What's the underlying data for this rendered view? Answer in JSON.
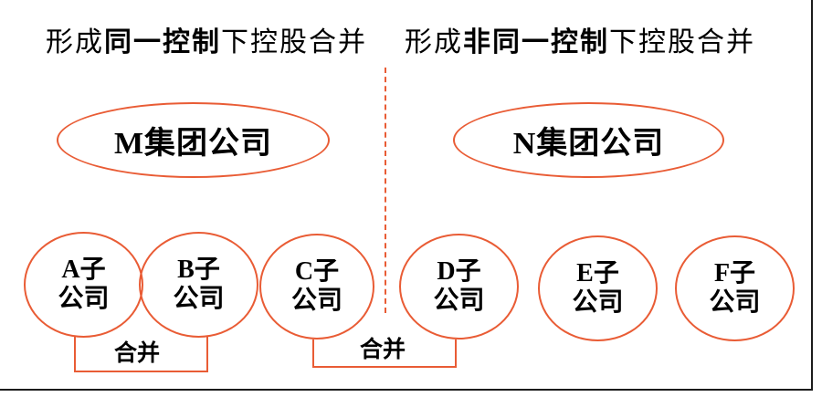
{
  "colors": {
    "accent": "#E95C35",
    "frame": "#1C1C1C",
    "text": "#000000"
  },
  "titles": {
    "left": {
      "pre": "形成",
      "bold": "同一控制",
      "post": "下控股合并"
    },
    "right": {
      "pre": "形成",
      "bold": "非同一控制",
      "post": "下控股合并"
    }
  },
  "groups": [
    {
      "label": "M集团公司"
    },
    {
      "label": "N集团公司"
    }
  ],
  "subsidiaries": [
    {
      "line1": "A子",
      "line2": "公司"
    },
    {
      "line1": "B子",
      "line2": "公司"
    },
    {
      "line1": "C子",
      "line2": "公司"
    },
    {
      "line1": "D子",
      "line2": "公司"
    },
    {
      "line1": "E子",
      "line2": "公司"
    },
    {
      "line1": "F子",
      "line2": "公司"
    }
  ],
  "merge_labels": [
    "合并",
    "合并"
  ]
}
